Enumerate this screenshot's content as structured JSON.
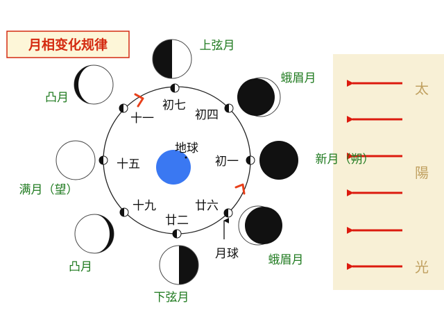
{
  "title": "月相变化规律",
  "earth_label": "地球",
  "moon_label": "月球",
  "sun_label_chars": [
    "太",
    "陽",
    "光"
  ],
  "orbit_labels": {
    "chuyi": "初一",
    "chusi": "初四",
    "chuqi": "初七",
    "shiyi": "十一",
    "shiwu": "十五",
    "shijiu": "十九",
    "ershier": "廿二",
    "nianliu": "廿六"
  },
  "phase_labels": {
    "first_quarter": "上弦月",
    "waxing_crescent": "蛾眉月",
    "new_moon": "新月（朔）",
    "waxing_gibbous": "凸月",
    "full_moon": "满月（望）",
    "waning_gibbous": "凸月",
    "last_quarter": "下弦月",
    "waning_crescent": "蛾眉月"
  },
  "colors": {
    "title": "#d42a10",
    "earth": "#3a78f2",
    "sun_panel": "#f8f0d6",
    "arrow": "#dc1a0e",
    "label_green": "#1f7a1f"
  }
}
